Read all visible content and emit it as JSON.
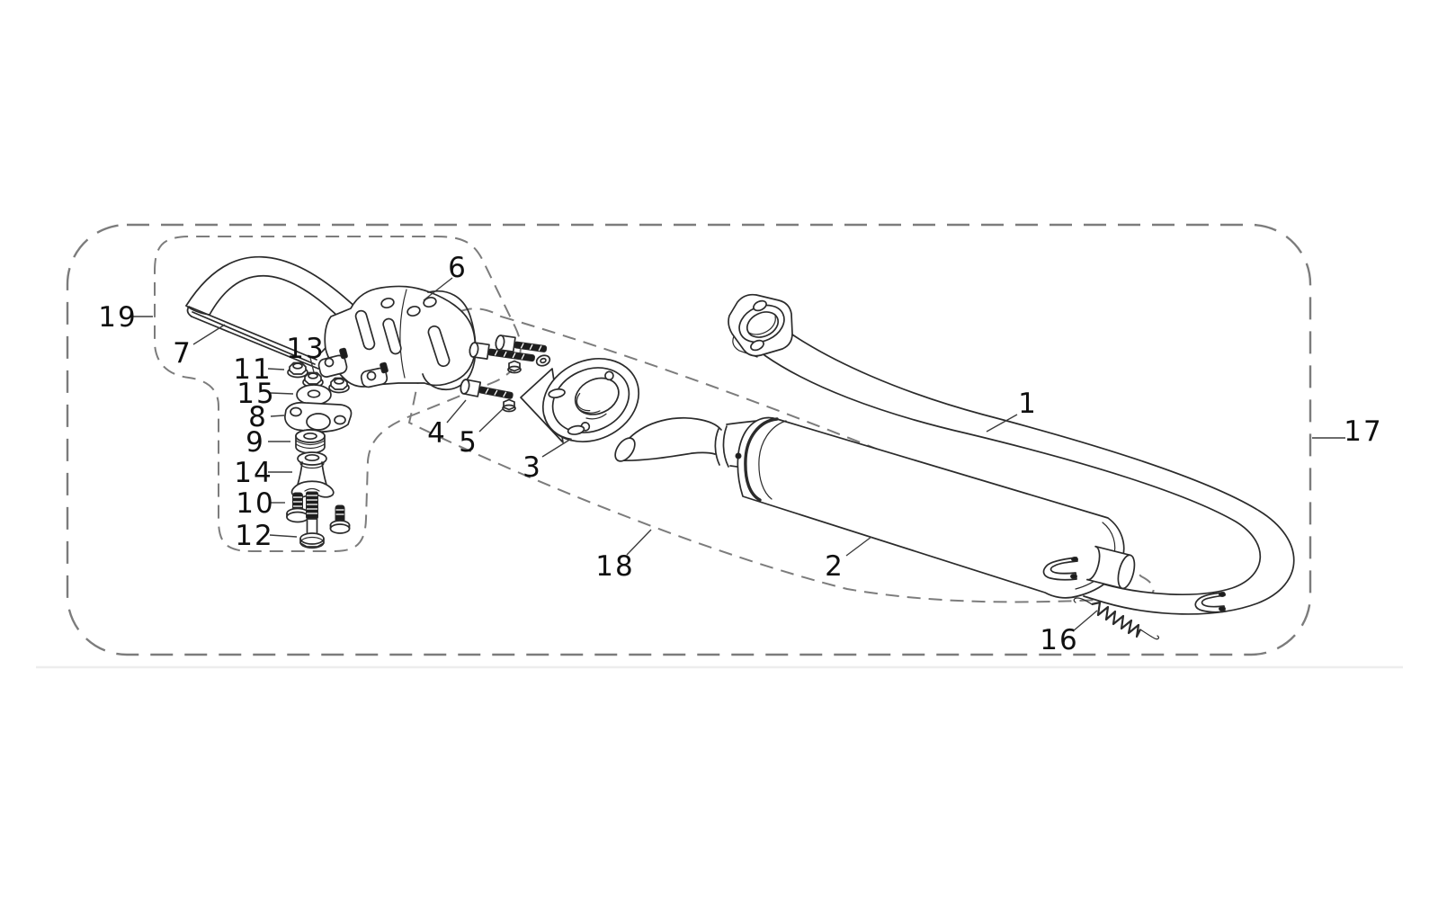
{
  "diagram": {
    "title_visible_text": "",
    "type": "exploded-parts-diagram",
    "colors": {
      "line": "#2b2b2b",
      "dark_fill": "#1d1d1d",
      "dash": "#7c7c7c",
      "label": "#101010",
      "leader": "#3c3c3c",
      "separator": "#ededed",
      "background": "#ffffff"
    },
    "labels": {
      "p1": "1",
      "p2": "2",
      "p3": "3",
      "p4": "4",
      "p5": "5",
      "p6": "6",
      "p7": "7",
      "p8": "8",
      "p9": "9",
      "p10": "10",
      "p11": "11",
      "p12": "12",
      "p13": "13",
      "p14": "14",
      "p15": "15",
      "p16": "16",
      "p17": "17",
      "p18": "18",
      "p19": "19"
    }
  }
}
